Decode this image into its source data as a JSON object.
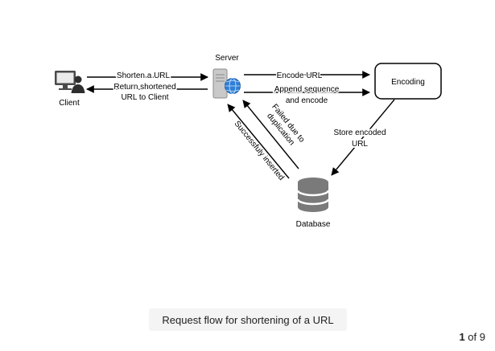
{
  "nodes": {
    "client": "Client",
    "server": "Server",
    "encoding": "Encoding",
    "database": "Database"
  },
  "edges": {
    "shorten_url": "Shorten a URL",
    "return_shortened_1": "Return shortened",
    "return_shortened_2": "URL to Client",
    "encode_url": "Encode URL",
    "append_sequence_1": "Append sequence",
    "append_sequence_2": "and encode",
    "store_encoded_1": "Store encoded",
    "store_encoded_2": "URL",
    "failed_1": "Failed due to",
    "failed_2": "duplication",
    "success": "Successfuly inserted"
  },
  "caption": "Request flow for shortening of a URL",
  "pager": {
    "current": "1",
    "separator": "of",
    "total": "9"
  },
  "colors": {
    "line": "#000000",
    "db_fill": "#7a7a7a",
    "monitor": "#4a4a4a",
    "globe": "#2f7fd6"
  }
}
